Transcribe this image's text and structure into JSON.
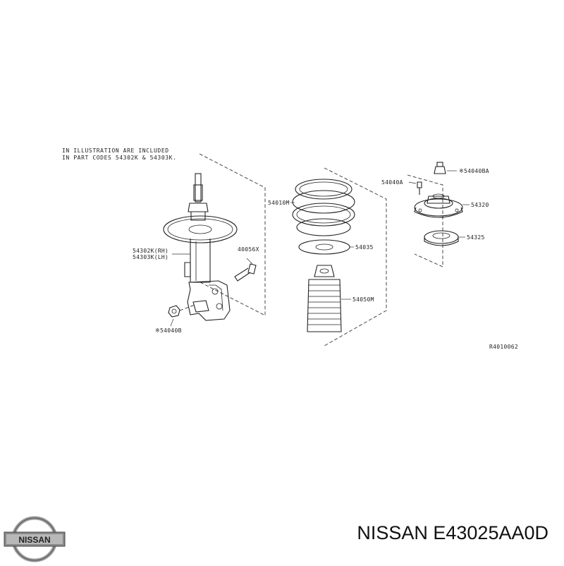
{
  "diagram": {
    "note_line1": "IN ILLUSTRATION ARE INCLUDED",
    "note_line2": "IN PART CODES 54302K & 54303K.",
    "labels": {
      "strut_rh_lh_1": "54302K(RH)",
      "strut_rh_lh_2": "54303K(LH)",
      "bolt": "40056X",
      "nut": "※54040B",
      "spring": "54010M",
      "seat": "54035",
      "bumper": "54050M",
      "mount_bolt": "54040A",
      "mount_nut": "※54040BA",
      "mount": "54320",
      "bearing": "54325"
    },
    "ref_code": "R4010062"
  },
  "brand": {
    "logo_text": "NISSAN"
  },
  "product": {
    "part_number": "NISSAN E43025AA0D"
  }
}
